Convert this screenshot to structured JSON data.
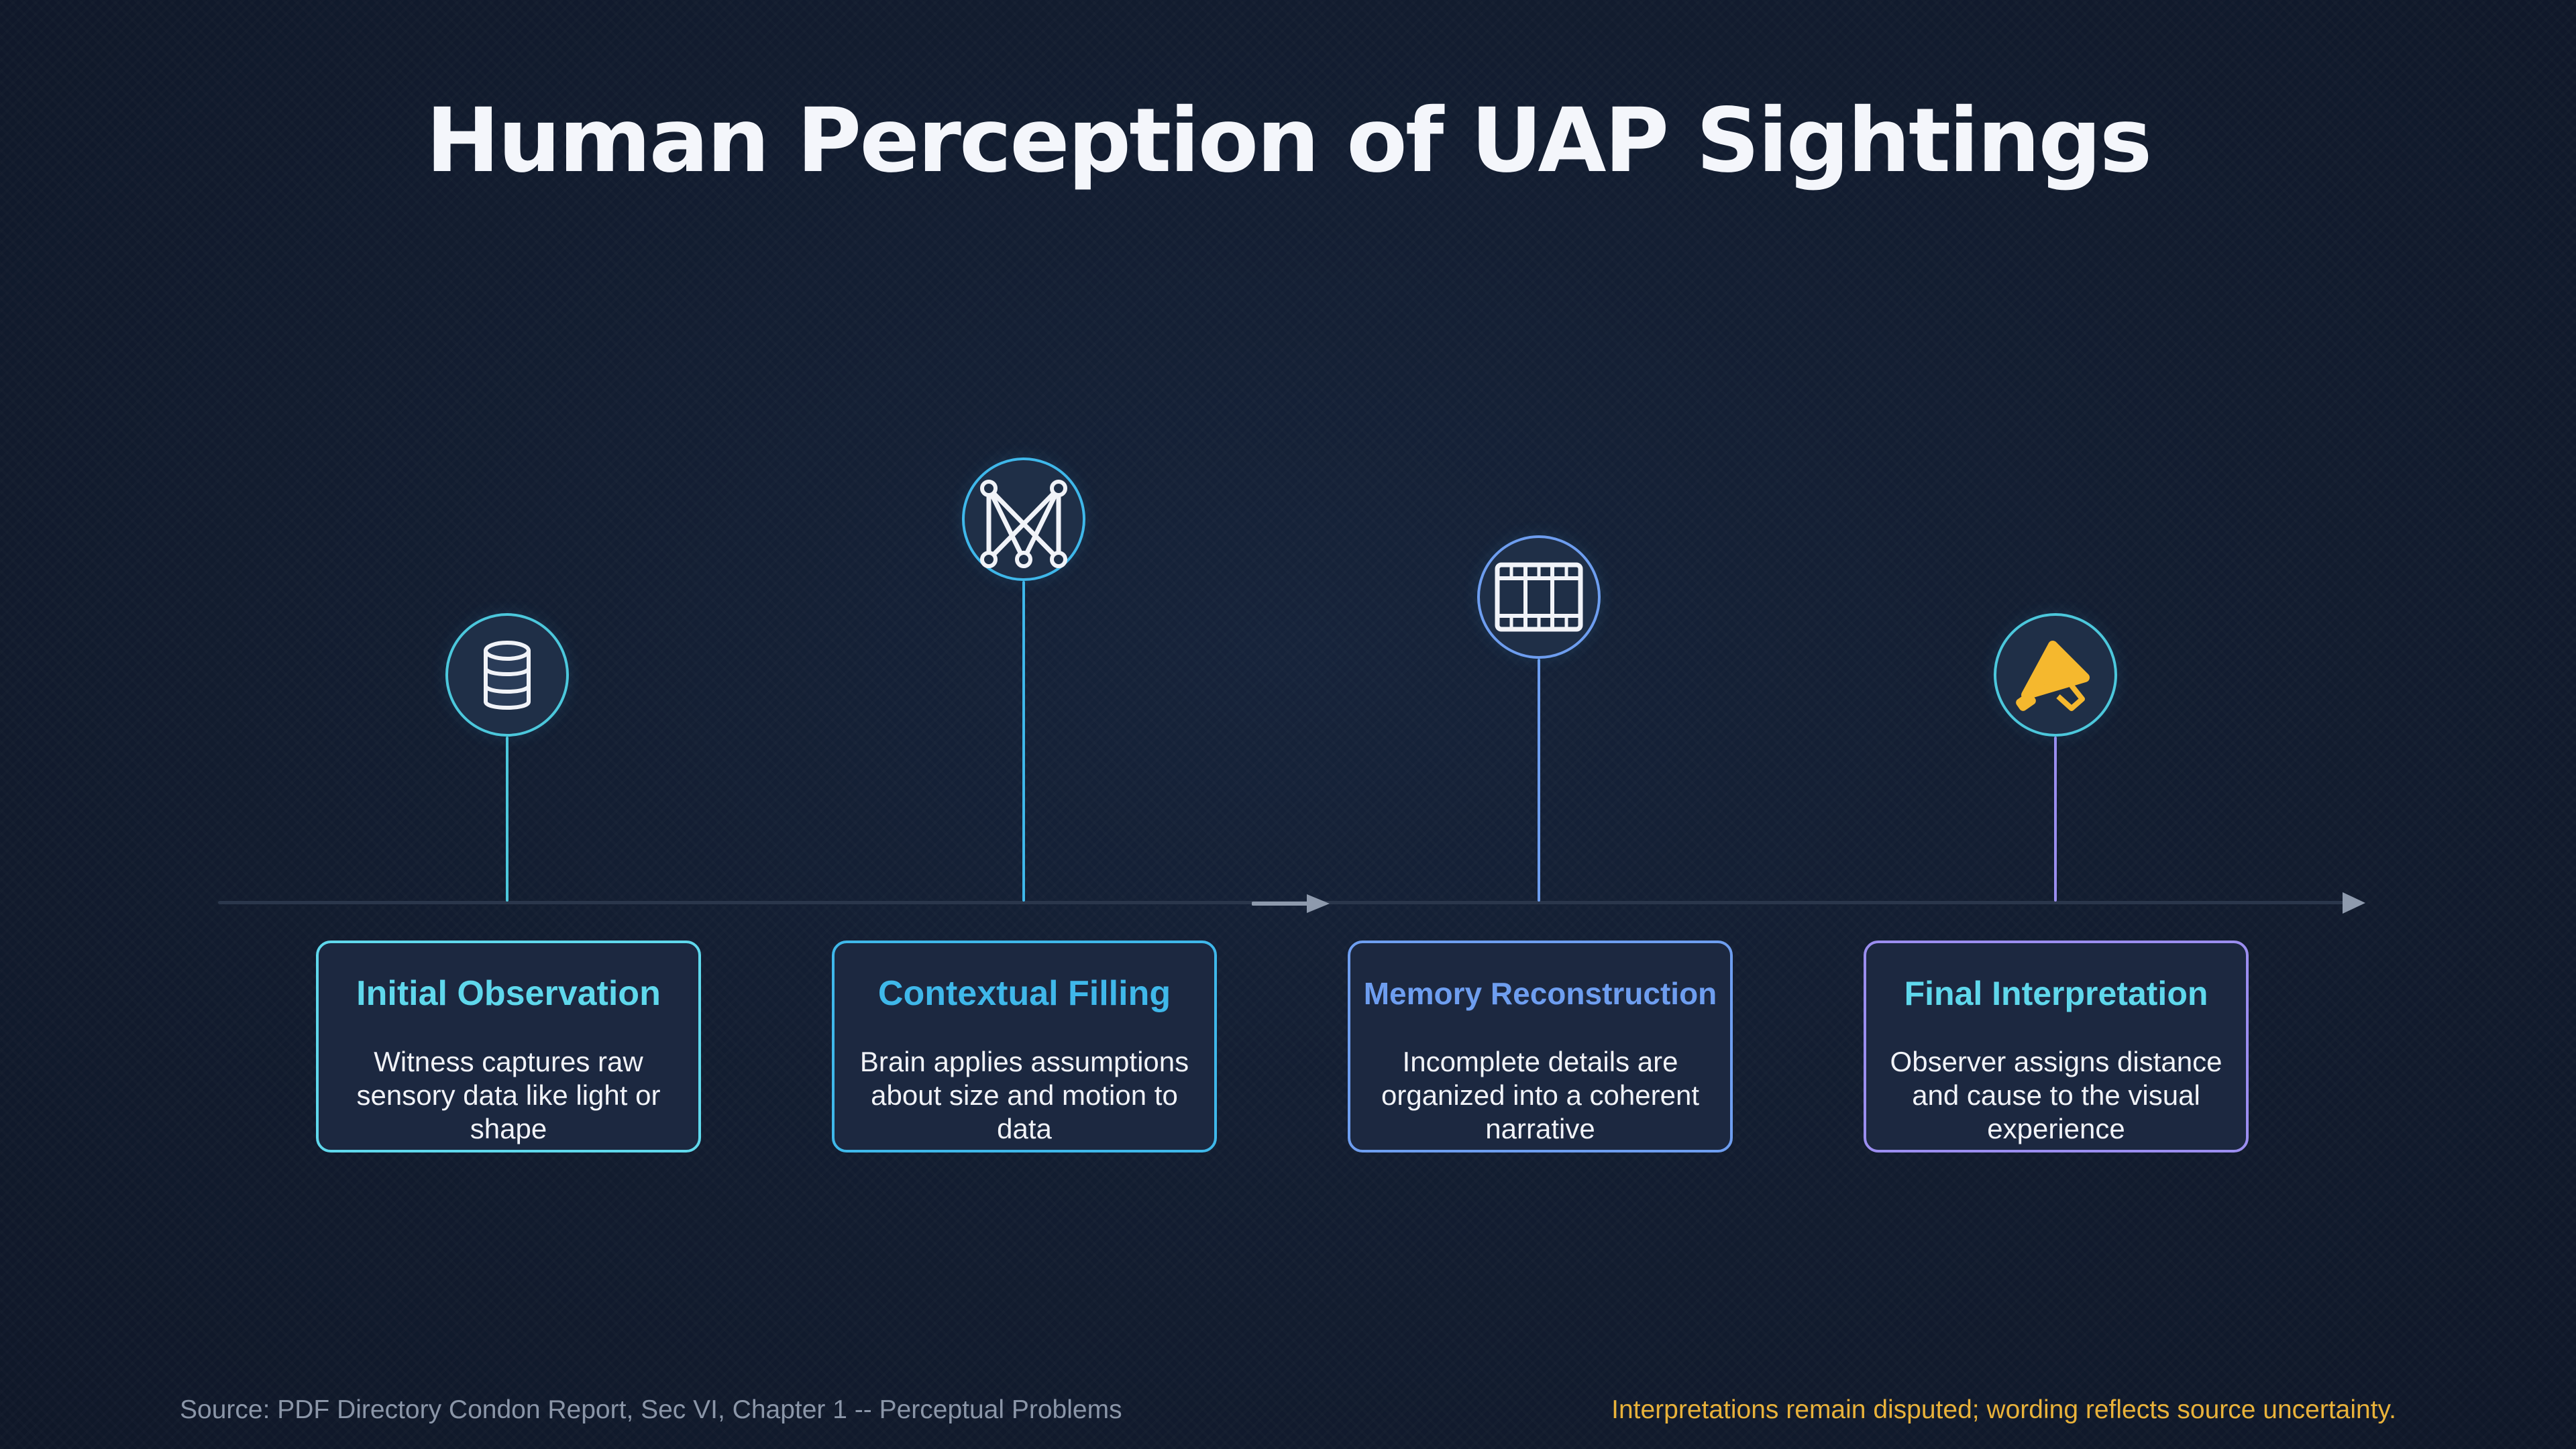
{
  "title": "Human Perception of UAP Sightings",
  "colors": {
    "background": "#111a2c",
    "axis": "#2a364b",
    "arrow": "#8e9aad",
    "step1": "#5fd8ec",
    "step2": "#3fb8ea",
    "step3": "#6e9ef0",
    "step4": "#9b8ef0",
    "bulb": "#f5b82e",
    "footer_note": "#e9b23a"
  },
  "steps": [
    {
      "title": "Initial Observation",
      "description": "Witness captures raw sensory data like light or shape",
      "icon": "database-icon"
    },
    {
      "title": "Contextual Filling",
      "description": "Brain applies assumptions about size and motion to data",
      "icon": "network-graph-icon"
    },
    {
      "title": "Memory Reconstruction",
      "description": "Incomplete details are organized into a coherent narrative",
      "icon": "film-strip-icon"
    },
    {
      "title": "Final Interpretation",
      "description": "Observer assigns distance and cause to the visual experience",
      "icon": "megaphone-icon"
    }
  ],
  "footer": {
    "source": "Source: PDF Directory Condon Report, Sec VI, Chapter 1 -- Perceptual Problems",
    "note": "Interpretations remain disputed; wording reflects source uncertainty."
  }
}
